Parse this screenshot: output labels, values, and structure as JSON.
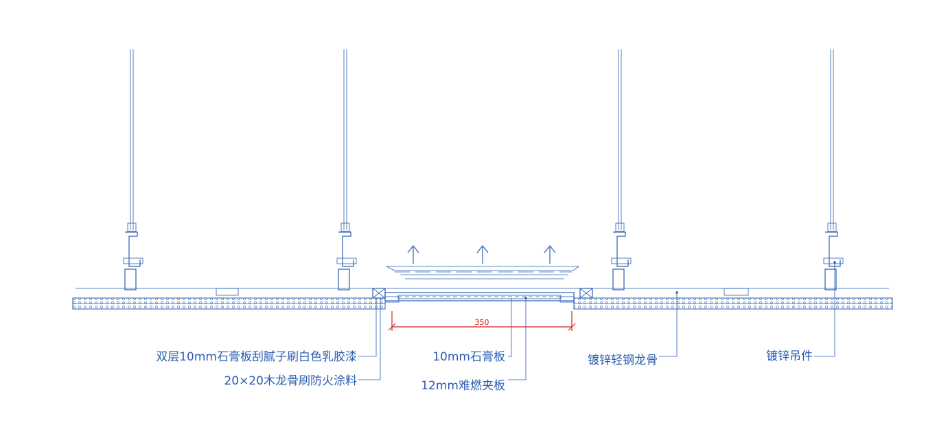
{
  "labels": {
    "double_gypsum": "双层10mm石膏板刮腻子刷白色乳胶漆",
    "wood_keel": "20×20木龙骨刷防火涂料",
    "gypsum_10": "10mm石膏板",
    "fire_board_12": "12mm难燃夹板",
    "steel_keel": "镀锌轻钢龙骨",
    "hanger": "镀锌吊件"
  },
  "dimension": {
    "opening_width": "350"
  },
  "colors": {
    "linework": "#2a5db0",
    "dimension": "#d42020",
    "background": "#ffffff"
  }
}
